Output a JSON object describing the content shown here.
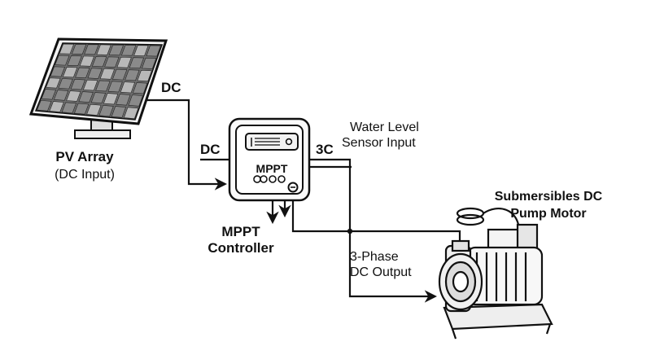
{
  "diagram": {
    "pv_array": {
      "title": "PV Array",
      "subtitle": "(DC Input)"
    },
    "wire_labels": {
      "dc_top": "DC",
      "dc_left": "DC",
      "three_c": "3C"
    },
    "water_level": {
      "line1": "Water Level",
      "line2": "Sensor Input"
    },
    "controller": {
      "face_label": "MPPT",
      "caption1": "MPPT",
      "caption2": "Controller"
    },
    "output": {
      "line1": "3-Phase",
      "line2": "DC Output"
    },
    "pump": {
      "line1": "Submersibles DC",
      "line2": "Pump Motor"
    }
  },
  "colors": {
    "ink": "#111111",
    "panel_cell": "#8a8a8a",
    "panel_cell_light": "#b8b8b8",
    "background": "#ffffff"
  }
}
